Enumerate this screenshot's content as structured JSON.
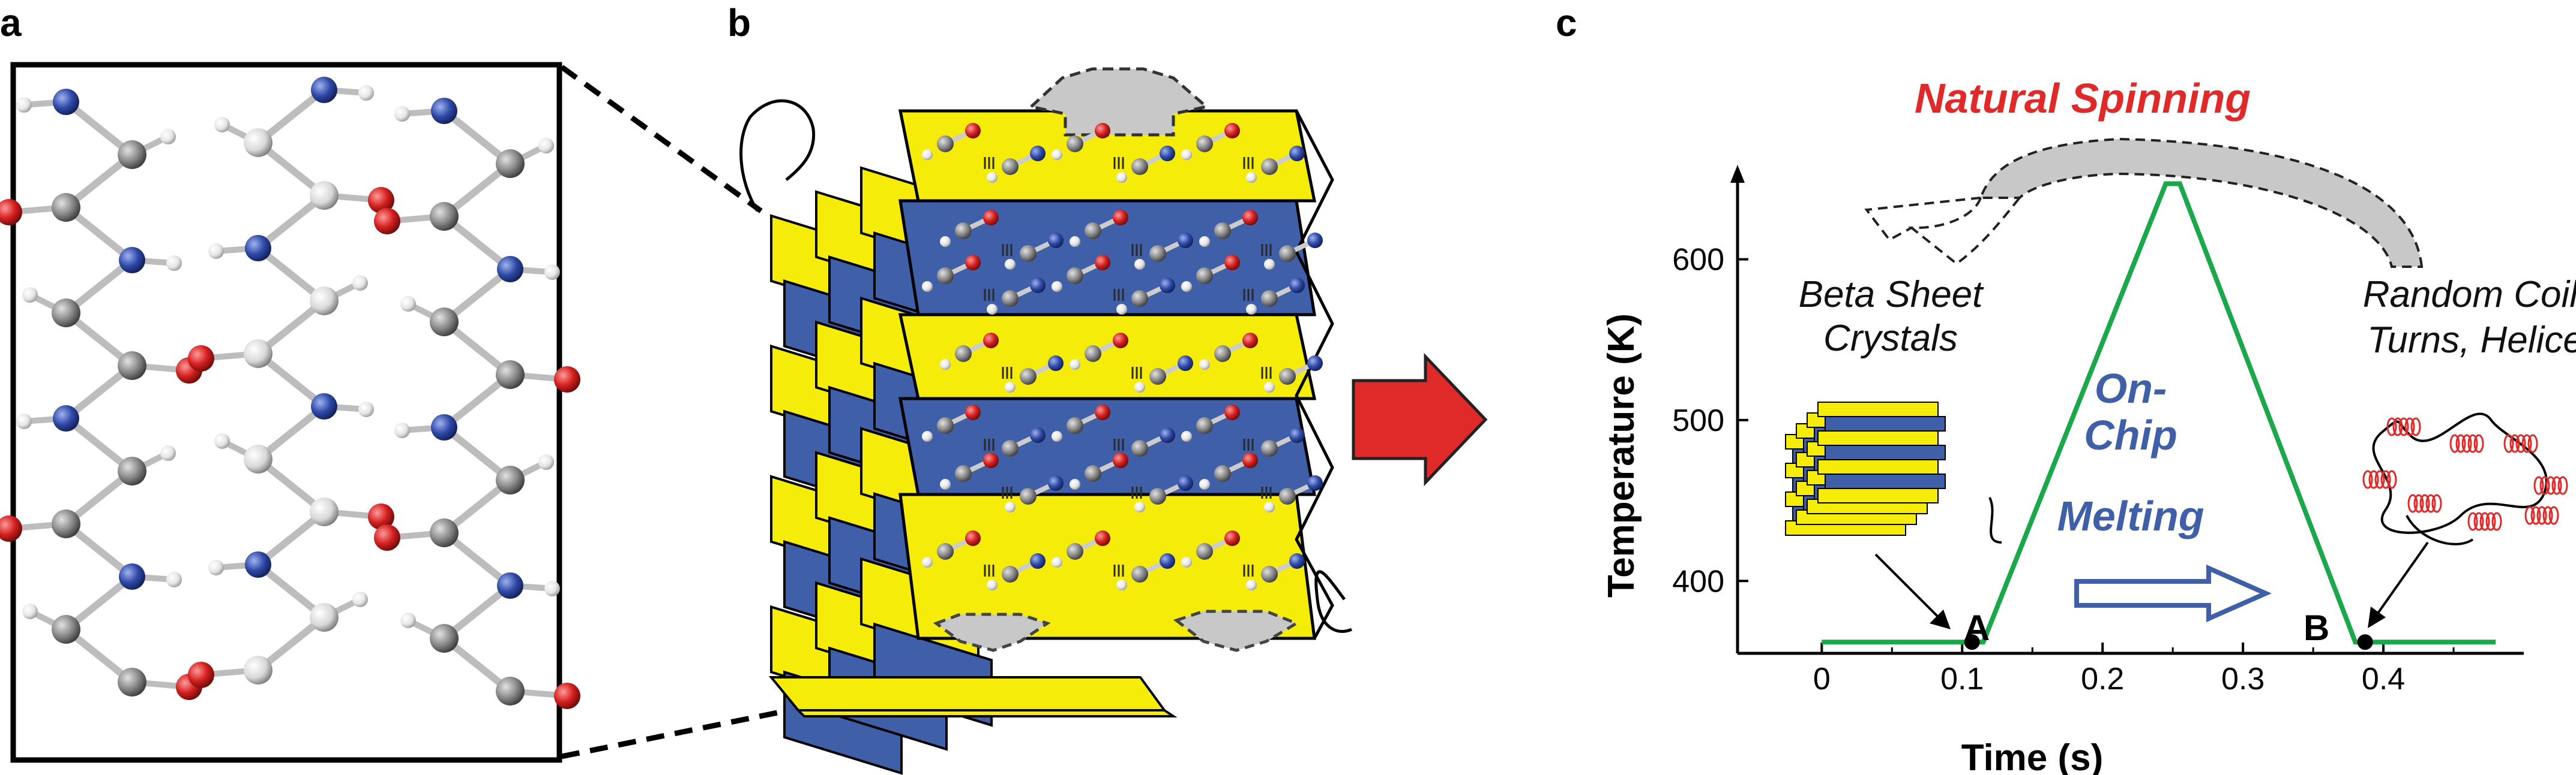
{
  "panels": {
    "a": "a",
    "b": "b",
    "c": "c"
  },
  "colors": {
    "yellow": "#f5ec0a",
    "blue": "#3f5fa8",
    "line": "#1aa84b",
    "red": "#e02a2a",
    "carbon": "#8a8a8a",
    "nitrogen": "#2f49a8",
    "oxygen": "#d3201e",
    "hydrogen": "#e6e6e6",
    "arrow_fill": "#c8c8c8"
  },
  "icons": [
    "red-arrow-icon",
    "hollow-blue-arrow-icon",
    "dashed-curved-arrow-icon",
    "beta-sheet-icon",
    "random-coil-icon"
  ],
  "annotations": {
    "natural_spinning": "Natural Spinning",
    "beta_sheet_line1": "Beta Sheet",
    "beta_sheet_line2": "Crystals",
    "random_line1": "Random Coils,",
    "random_line2": "Turns, Helices",
    "melt_line1": "On-",
    "melt_line2": "Chip",
    "melt_line3": "Melting",
    "point_a": "A",
    "point_b": "B"
  },
  "chart_data": {
    "type": "line",
    "xlabel": "Time (s)",
    "ylabel": "Temperature (K)",
    "xlim": [
      -0.06,
      0.5
    ],
    "ylim": [
      355,
      655
    ],
    "x_ticks": [
      0,
      0.1,
      0.2,
      0.3,
      0.4
    ],
    "x_tick_labels": [
      "0",
      "0.1",
      "0.2",
      "0.3",
      "0.4"
    ],
    "y_ticks": [
      400,
      500,
      600
    ],
    "y_tick_labels": [
      "400",
      "500",
      "600"
    ],
    "series": [
      {
        "x": [
          0,
          0.1,
          0.115,
          0.245,
          0.255,
          0.38,
          0.395,
          0.48
        ],
        "y": [
          362,
          362,
          362,
          647,
          647,
          362,
          362,
          362
        ]
      }
    ],
    "markers": [
      {
        "label": "A",
        "x": 0.107,
        "y": 362
      },
      {
        "label": "B",
        "x": 0.387,
        "y": 362
      }
    ]
  }
}
